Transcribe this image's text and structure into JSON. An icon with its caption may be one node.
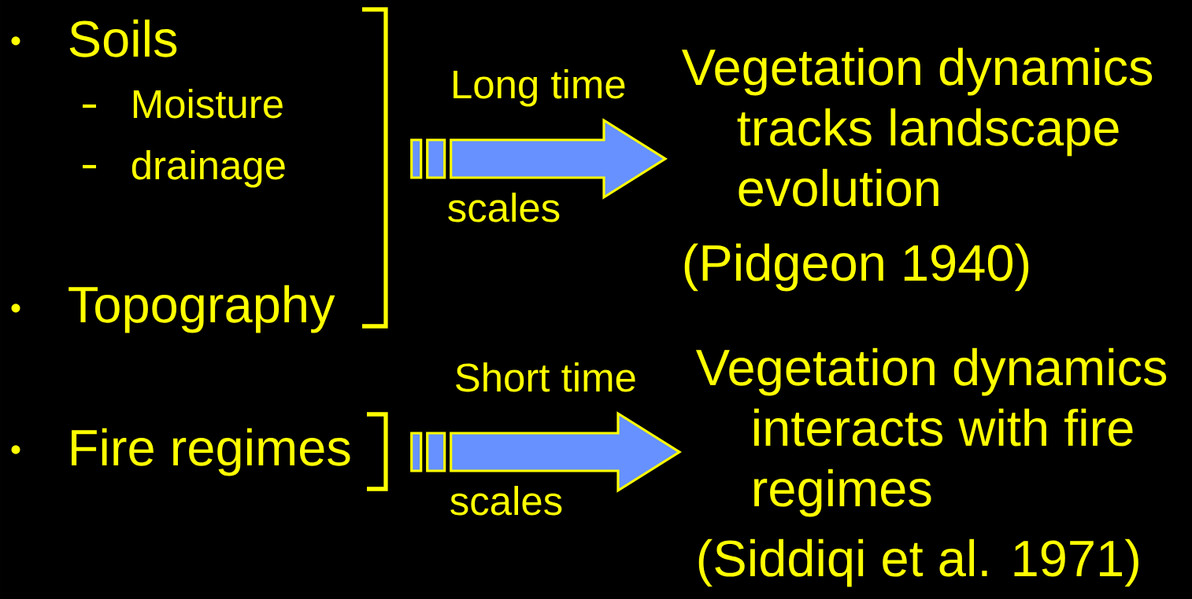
{
  "diagram": {
    "nodes": [
      {
        "text": [
          "Soils",
          "Moisture",
          "drainage",
          "Topography"
        ]
      },
      {
        "text": [
          "Vegetation dynamics tracks landscape evolution",
          "(Pidgeon 1940)"
        ]
      },
      {
        "text": [
          "Fire regimes"
        ]
      },
      {
        "text": [
          "Vegetation dynamics interacts with fire regimes",
          "(Siddiqi et al. 1971)"
        ]
      }
    ],
    "edges": [
      {
        "from": 0,
        "to": 1,
        "arrow": "to",
        "label": "Long time"
      },
      {
        "from": 2,
        "to": 3,
        "arrow": "to",
        "label": "Short time"
      }
    ],
    "labels": [
      "scales",
      "scales"
    ]
  }
}
